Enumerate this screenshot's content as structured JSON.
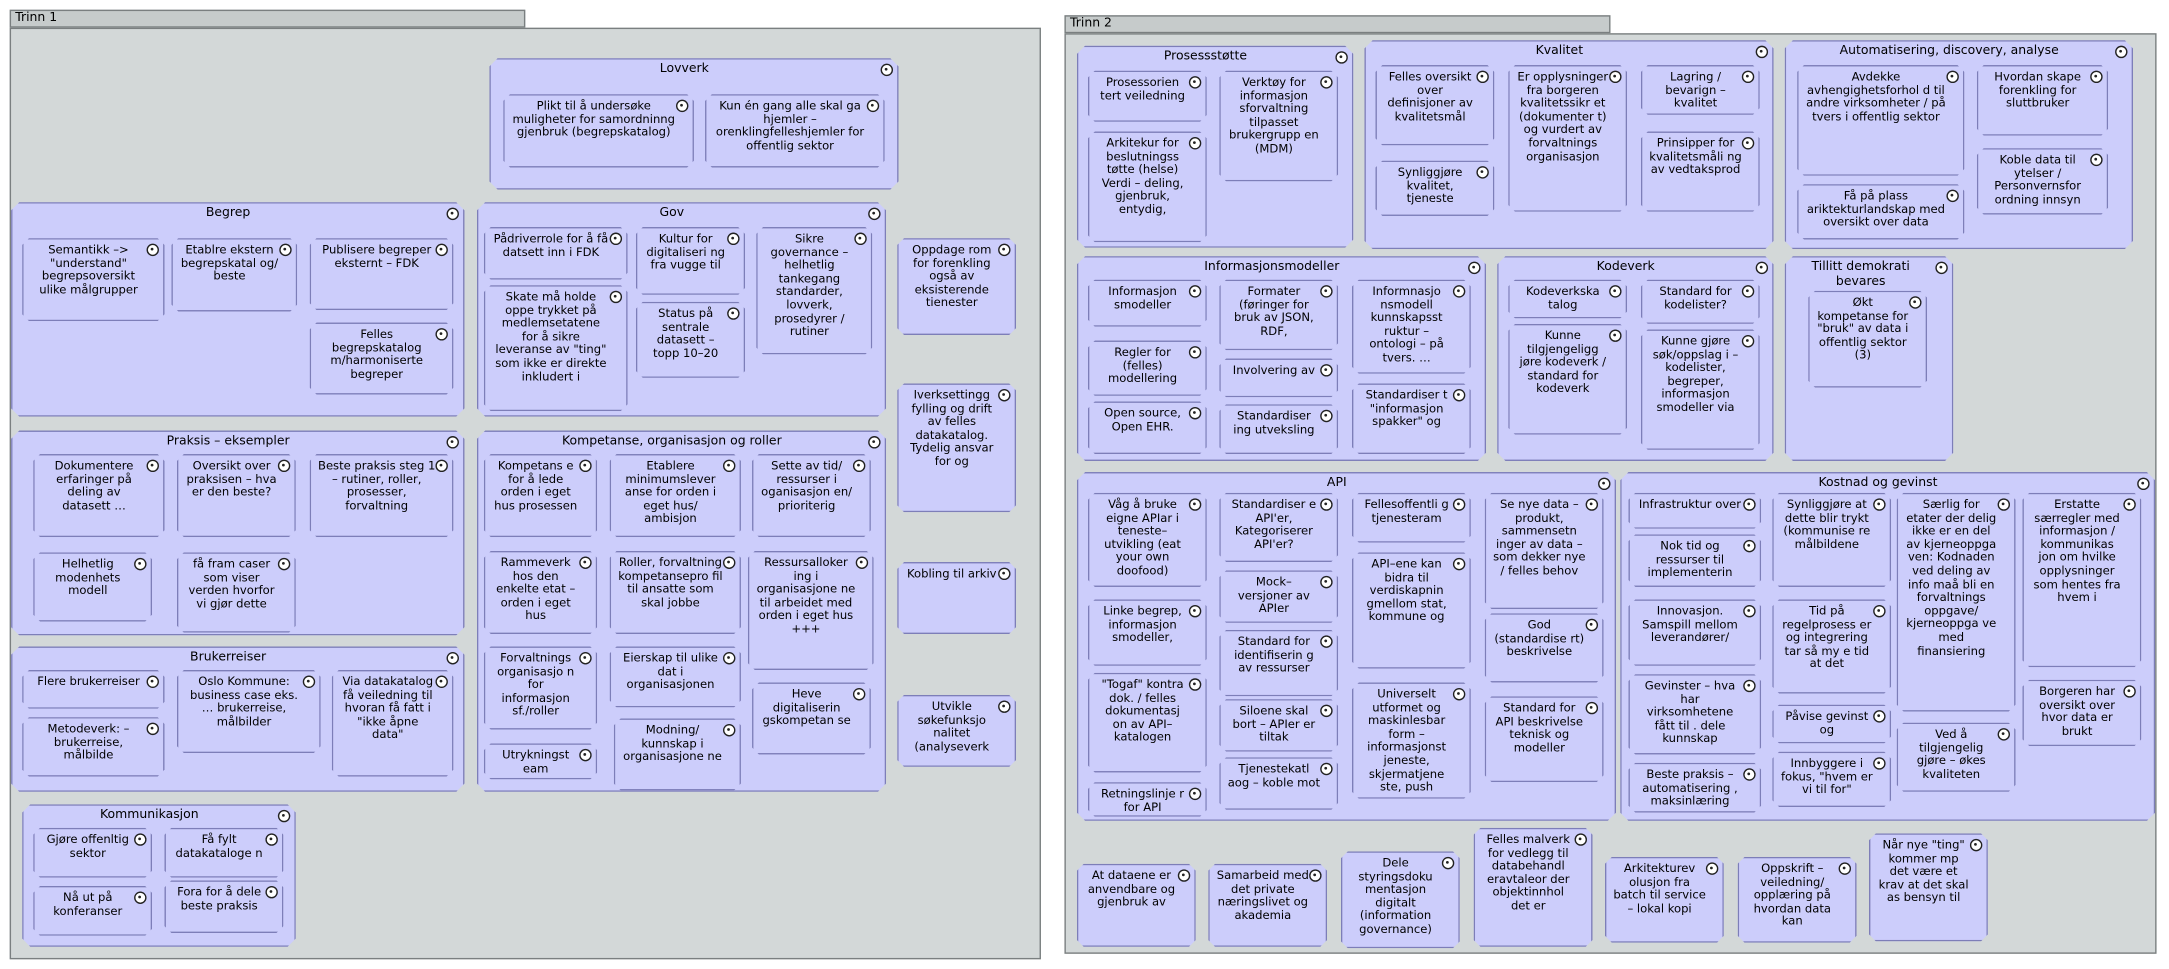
{
  "phases": [
    {
      "title": "Trinn 1"
    },
    {
      "title": "Trinn 2"
    }
  ],
  "groups": [
    {
      "title": "Lovverk"
    },
    {
      "title": "Begrep"
    },
    {
      "title": "Gov"
    },
    {
      "title": "Praksis – eksempler"
    },
    {
      "title": "Kompetanse, organisasjon og roller"
    },
    {
      "title": "Brukerreiser"
    },
    {
      "title": "Kommunikasjon"
    },
    {
      "title": "Prosessstøtte"
    },
    {
      "title": "Kvalitet"
    },
    {
      "title": "Automatisering, discovery, analyse"
    },
    {
      "title": "Informasjonsmodeller"
    },
    {
      "title": "Kodeverk"
    },
    {
      "title": "Tillitt demokrati bevares"
    },
    {
      "title": "API"
    },
    {
      "title": "Kostnad og gevinst"
    }
  ],
  "cards": [
    {
      "text": "Plikt til å undersøke muligheter for samordninng gjenbruk (begrepskatalog)"
    },
    {
      "text": "Kun én gang  alle skal ga hjemler – orenklingfelleshjemler for offentlig sektor"
    },
    {
      "text": "Semantikk –> \"understand\" begrepsoversikt ulike målgrupper"
    },
    {
      "text": "Etablre ekstern begrepskatal og/ beste"
    },
    {
      "text": "Publisere begreper eksternt – FDK"
    },
    {
      "text": "Felles begrepskatalog m/harmoniserte begreper"
    },
    {
      "text": "Pådriverrole for å få datsett inn i FDK"
    },
    {
      "text": "Kultur for digitaliseri ng fra vugge til"
    },
    {
      "text": "Sikre governance – helhetlig tankegang standarder, lovverk, prosedyrer / rutiner"
    },
    {
      "text": "Skate må holde oppe trykket på medlemsetatene for å sikre leveranse av \"ting\" som ikke er direkte inkludert i"
    },
    {
      "text": "Status på sentrale datasett – topp 10–20"
    },
    {
      "text": "Oppdage rom for forenkling også av eksisterende tienester"
    },
    {
      "text": "Iverksettingg fylling og drift av felles datakatalog. Tydelig ansvar for og"
    },
    {
      "text": "Kobling til arkiv"
    },
    {
      "text": "Utvikle søkefunksjo nalitet (analyseverk"
    },
    {
      "text": "Dokumentere erfaringer på deling av datasett …"
    },
    {
      "text": "Oversikt over praksisen – hva er den beste?"
    },
    {
      "text": "Beste praksis steg 1 – rutiner, roller, prosesser, forvaltning"
    },
    {
      "text": "Helhetlig modenhets modell"
    },
    {
      "text": "få fram caser som viser verden hvorfor vi gjør dette"
    },
    {
      "text": "Kompetans e for å lede orden i eget hus prosessen"
    },
    {
      "text": "Etablere minimumslever anse for orden i eget hus/ ambisjon"
    },
    {
      "text": "Sette av tid/ ressurser i oganisasjon en/ prioriterig"
    },
    {
      "text": "Rammeverk hos den enkelte etat – orden i eget hus"
    },
    {
      "text": "Roller, forvaltning kompetansepro fil til ansatte som skal jobbe"
    },
    {
      "text": "Ressursalloker ing i organisasjone ne til arbeidet med orden i eget hus +++"
    },
    {
      "text": "Forvaltnings organisasjo n for informasjon sf./roller"
    },
    {
      "text": "Eierskap til ulike dat i organisasjonen"
    },
    {
      "text": "Heve digitaliserin gskompetan se"
    },
    {
      "text": "Utrykningst eam"
    },
    {
      "text": "Modning/ kunnskap i organisasjone ne"
    },
    {
      "text": "Flere brukerreiser"
    },
    {
      "text": "Oslo Kommune: business case eks. … brukerreise, målbilder"
    },
    {
      "text": "Via datakatalog få veiledning til hvoran få fatt i \"ikke åpne data\""
    },
    {
      "text": "Metodeverk: – brukerreise, målbilde"
    },
    {
      "text": "Gjøre offenltig sektor"
    },
    {
      "text": "Få fylt datakataloge n"
    },
    {
      "text": "Nå ut på konferanser"
    },
    {
      "text": "Fora for å dele beste praksis"
    },
    {
      "text": "Prosessorien tert veiledning"
    },
    {
      "text": "Verktøy for informasjon sforvaltning tilpasset brukergrupp en (MDM)"
    },
    {
      "text": "Arkitekur for beslutningss tøtte (helse) Verdi – deling, gjenbruk, entydig,"
    },
    {
      "text": "Felles oversikt over definisjoner av kvalitetsmål"
    },
    {
      "text": "Er opplysninger fra borgeren kvalitetssikr et (dokumenter t) og vurdert av forvaltnings organisasjon"
    },
    {
      "text": "Lagring / bevarign – kvalitet"
    },
    {
      "text": "Synliggjøre kvalitet, tjeneste"
    },
    {
      "text": "Prinsipper for kvalitetsmåli ng av vedtaksprod"
    },
    {
      "text": "Avdekke avhengighetsforhol d til andre virksomheter / på tvers i offentlig sektor"
    },
    {
      "text": "Hvordan skape forenkling for sluttbruker"
    },
    {
      "text": "Koble data til ytelser / Personvernsfor ordning innsyn"
    },
    {
      "text": "Få på plass ariktekturlandskap med oversikt over data"
    },
    {
      "text": "Informasjon smodeller"
    },
    {
      "text": "Formater (føringer for bruk av JSON, RDF,"
    },
    {
      "text": "Informnasjo nsmodell kunnskapsst ruktur – ontologi – på tvers. …"
    },
    {
      "text": "Regler for (felles) modellering"
    },
    {
      "text": "Involvering av"
    },
    {
      "text": "Open source, Open EHR."
    },
    {
      "text": "Standardiser ing utveksling"
    },
    {
      "text": "Standardiser t \"informasjon spakker\" og"
    },
    {
      "text": "Kodeverkska talog"
    },
    {
      "text": "Standard for kodelister?"
    },
    {
      "text": "Kunne tilgjengeligg jøre kodeverk / standard for kodeverk"
    },
    {
      "text": "Kunne gjøre søk/oppslag i – kodelister, begreper, informasjon smodeller via"
    },
    {
      "text": "Økt kompetanse for \"bruk\" av data i offentlig sektor (3)"
    },
    {
      "text": "Våg å bruke eigne APIar i teneste–utvikling (eat your own doofood)"
    },
    {
      "text": "Standardiser e API'er, Kategoriserer API'er?"
    },
    {
      "text": "Fellesoffentli g tjenesteram"
    },
    {
      "text": "Se nye data – produkt, sammensetn inger av data – som dekker nye / felles behov"
    },
    {
      "text": "Linke begrep, informasjon smodeller,"
    },
    {
      "text": "Mock– versjoner av APIer"
    },
    {
      "text": "API–ene kan bidra til verdiskapnin gmellom stat, kommune og"
    },
    {
      "text": "God (standardise rt) beskrivelse"
    },
    {
      "text": "\"Togaf\" kontra dok. / felles dokumentasj on av API–katalogen"
    },
    {
      "text": "Standard for identifiserin g av ressurser"
    },
    {
      "text": "Siloene skal bort – APIer er tiltak"
    },
    {
      "text": "Universelt utformet og maskinlesbar form – informasjonst jeneste, skjermatjene ste, push"
    },
    {
      "text": "Standard for API beskrivelse teknisk og modeller"
    },
    {
      "text": "Tjenestekatl aog – koble mot"
    },
    {
      "text": "Retningslinje r for API"
    },
    {
      "text": "Infrastruktur over"
    },
    {
      "text": "Synliggjøre at dette blir trykt (kommunise re målbildene"
    },
    {
      "text": "Særlig for etater der delig ikke er en del av kjerneoppga ven: Kodnaden ved deling av info maå bli en forvaltnings oppgave/ kjerneoppga ve med finansiering"
    },
    {
      "text": "Erstatte særregler med informasjon / kommunikas jon om hvilke opplysninger som hentes fra hvem i"
    },
    {
      "text": "Nok tid og ressurser til implementerin"
    },
    {
      "text": "Innovasjon. Samspill mellom leverandører/"
    },
    {
      "text": "Tid på regelprosess er og integrering tar så my e tid at det"
    },
    {
      "text": "Borgeren har oversikt over hvor data er brukt"
    },
    {
      "text": "Gevinster – hva har virksomhetene fått til . dele kunnskap"
    },
    {
      "text": "Påvise gevinst og"
    },
    {
      "text": "Ved å tilgjengelig gjøre – økes kvaliteten"
    },
    {
      "text": "Beste praksis – automatisering , maksinlæring"
    },
    {
      "text": "Innbyggere i fokus, \"hvem er vi til for\""
    },
    {
      "text": "At dataene er anvendbare og gjenbruk av"
    },
    {
      "text": "Samarbeid med det private næringslivet og akademia"
    },
    {
      "text": "Dele styringsdoku mentasjon digitalt (information governance)"
    },
    {
      "text": "Felles malverk for vedlegg til databehandl eravtaleor der objektinnhol det er"
    },
    {
      "text": "Arkitekturev olusjon fra batch til service – lokal kopi"
    },
    {
      "text": "Oppskrift – veiledning/ opplæring på hvordan data kan"
    },
    {
      "text": "Når nye \"ting\" kommer mp det være et krav at det skal as bensyn til"
    }
  ]
}
